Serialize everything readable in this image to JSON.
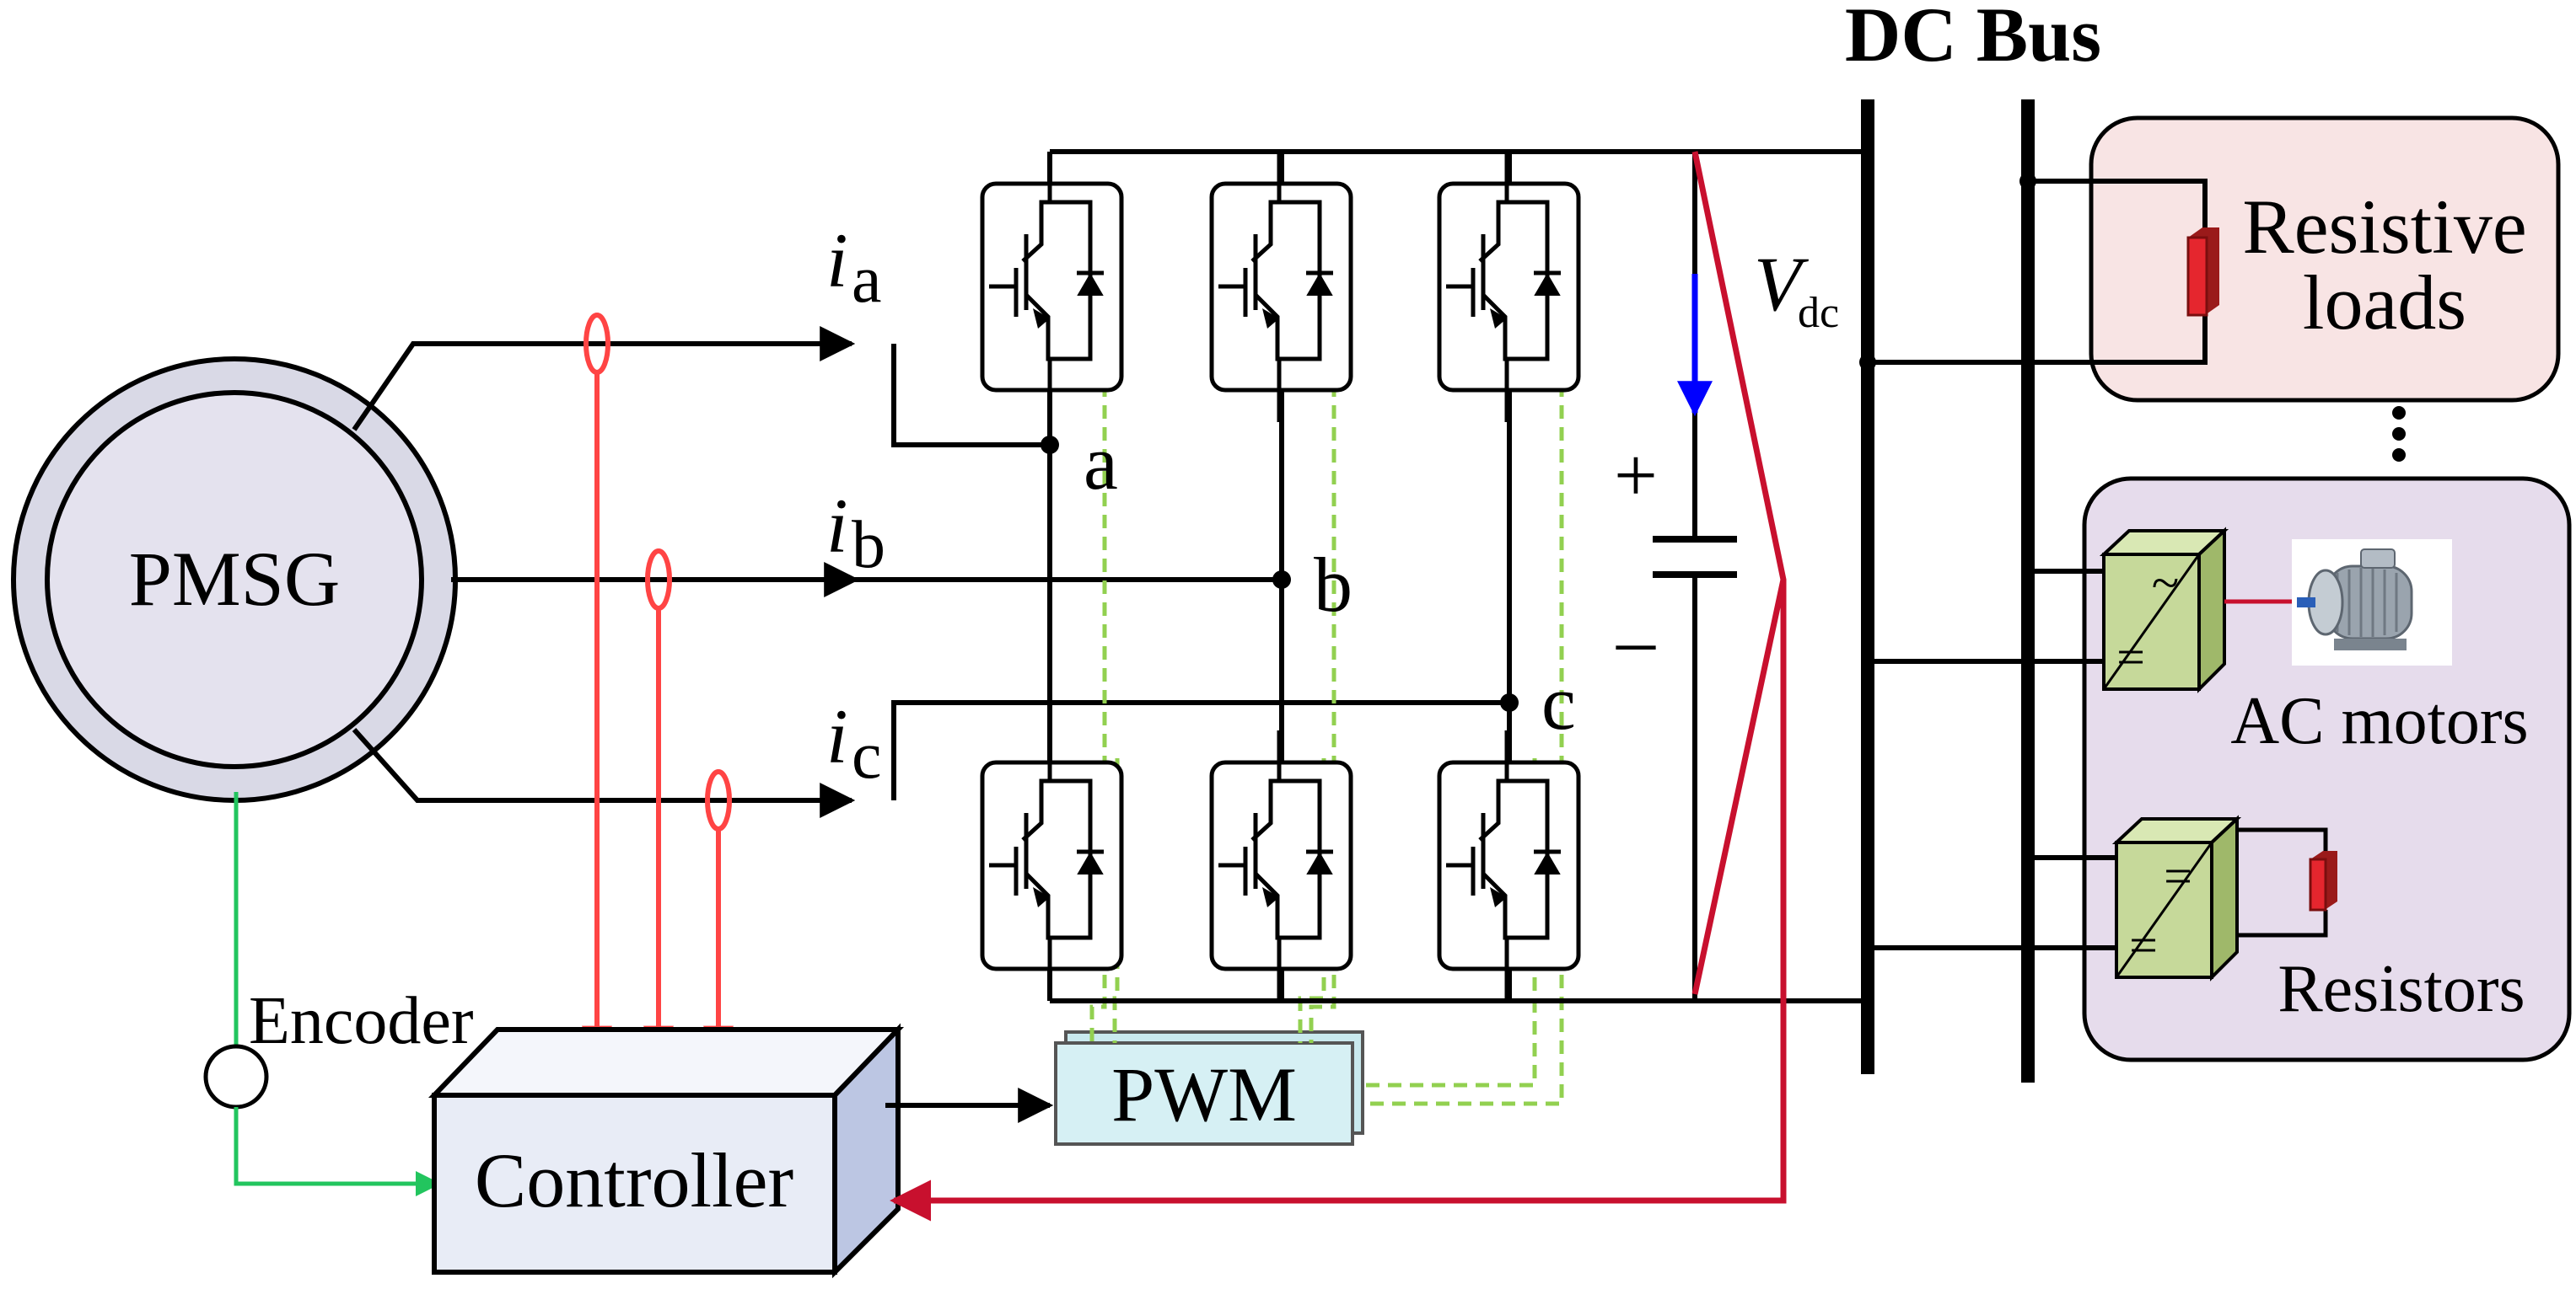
{
  "title": "DC Bus",
  "generator": {
    "label": "PMSG"
  },
  "currents": [
    {
      "sym": "i",
      "sub": "a"
    },
    {
      "sym": "i",
      "sub": "b"
    },
    {
      "sym": "i",
      "sub": "c"
    }
  ],
  "phase_nodes": [
    "a",
    "b",
    "c"
  ],
  "encoder": {
    "label": "Encoder"
  },
  "controller": {
    "label": "Controller"
  },
  "pwm": {
    "label": "PWM"
  },
  "capacitor": {
    "plus": "+",
    "minus": "–"
  },
  "vdc": {
    "sym": "V",
    "sub": "dc"
  },
  "loads": {
    "resistive_line1": "Resistive",
    "resistive_line2": "loads",
    "motors": "AC motors",
    "resistors": "Resistors",
    "ac_symbol": "~",
    "dc_symbol": "="
  },
  "colors": {
    "wire": "#000000",
    "sensor": "#ff4444",
    "encoder_line": "#22c55e",
    "vdc_feedback": "#c8102e",
    "cap_arrow": "#0000ff",
    "pwm_signal": "#92d050",
    "resistive_panel": "#f8e4e4",
    "motor_panel": "#e6dcec",
    "converter_box": "#c6d99a",
    "controller_box": "#e8ecf6",
    "pwm_box": "#d6f0f4",
    "resistor_body": "#e5262e"
  }
}
